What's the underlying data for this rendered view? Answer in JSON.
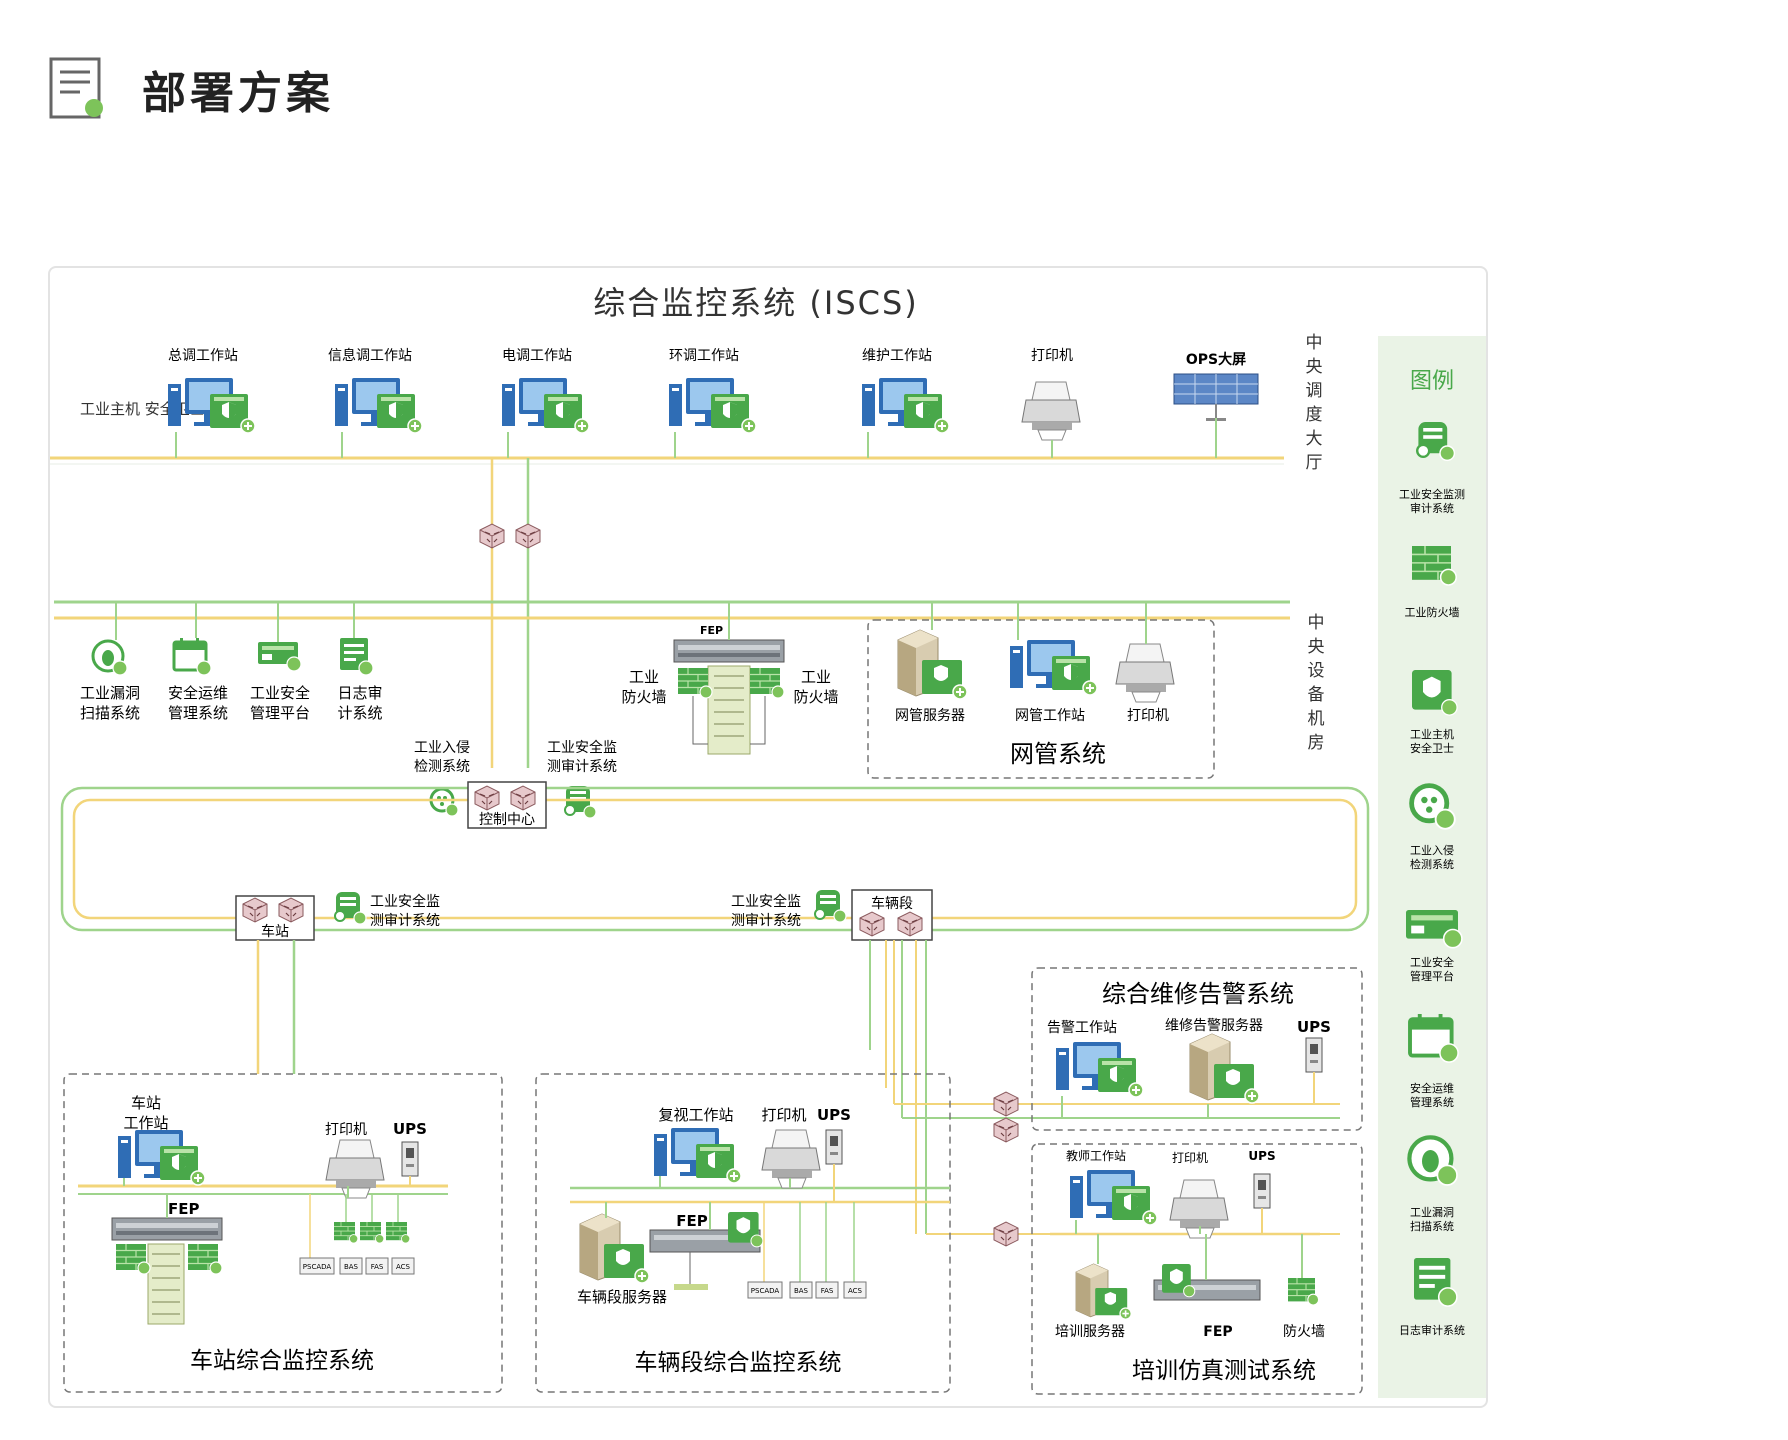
{
  "header": {
    "title": "部署方案",
    "icon": "document-icon"
  },
  "diagram": {
    "title": "综合监控系统 (ISCS)",
    "zones": {
      "hall": "中央调度大厅",
      "room": "中央设备机房"
    },
    "hall": {
      "host_guard": "工业主机\n安全卫士",
      "workstations": [
        "总调工作站",
        "信息调工作站",
        "电调工作站",
        "环调工作站",
        "维护工作站"
      ],
      "printer": "打印机",
      "ops": "OPS大屏"
    },
    "room": {
      "items": [
        "工业漏洞\n扫描系统",
        "安全运维\n管理系统",
        "工业安全\n管理平台",
        "日志审\n计系统"
      ],
      "fep": "FEP",
      "firewall_left": "工业\n防火墙",
      "firewall_right": "工业\n防火墙",
      "ids": "工业入侵\n检测系统",
      "audit": "工业安全监\n测审计系统",
      "nms": {
        "title": "网管系统",
        "server": "网管服务器",
        "workstation": "网管工作站",
        "printer": "打印机"
      }
    },
    "ring": {
      "control_center": "控制中心",
      "station": "车站",
      "depot": "车辆段",
      "audit_station": "工业安全监\n测审计系统",
      "audit_depot": "工业安全监\n测审计系统"
    },
    "maint": {
      "title": "综合维修告警系统",
      "alarm_ws": "告警工作站",
      "server": "维修告警服务器",
      "ups": "UPS"
    },
    "station_sys": {
      "title": "车站综合监控系统",
      "workstation": "车站\n工作站",
      "printer": "打印机",
      "ups": "UPS",
      "fep": "FEP",
      "subs": [
        "PSCADA",
        "BAS",
        "FAS",
        "ACS"
      ]
    },
    "depot_sys": {
      "title": "车辆段综合监控系统",
      "review": "复视工作站",
      "printer": "打印机",
      "ups": "UPS",
      "server": "车辆段服务器",
      "fep": "FEP",
      "subs": [
        "PSCADA",
        "BAS",
        "FAS",
        "ACS"
      ]
    },
    "training": {
      "title": "培训仿真测试系统",
      "teacher": "教师工作站",
      "printer": "打印机",
      "ups": "UPS",
      "server": "培训服务器",
      "fep": "FEP",
      "firewall": "防火墙"
    },
    "legend": {
      "title": "图例",
      "items": [
        "工业安全监测\n审计系统",
        "工业防火墙",
        "工业主机\n安全卫士",
        "工业入侵\n检测系统",
        "工业安全\n管理平台",
        "安全运维\n管理系统",
        "工业漏洞\n扫描系统",
        "日志审计系统"
      ]
    },
    "colors": {
      "accent": "#7dc35a",
      "bus": "#f2d57a",
      "green_line": "#9fd48c",
      "dash": "#777777",
      "legend_bg": "#eaf3e6"
    }
  }
}
